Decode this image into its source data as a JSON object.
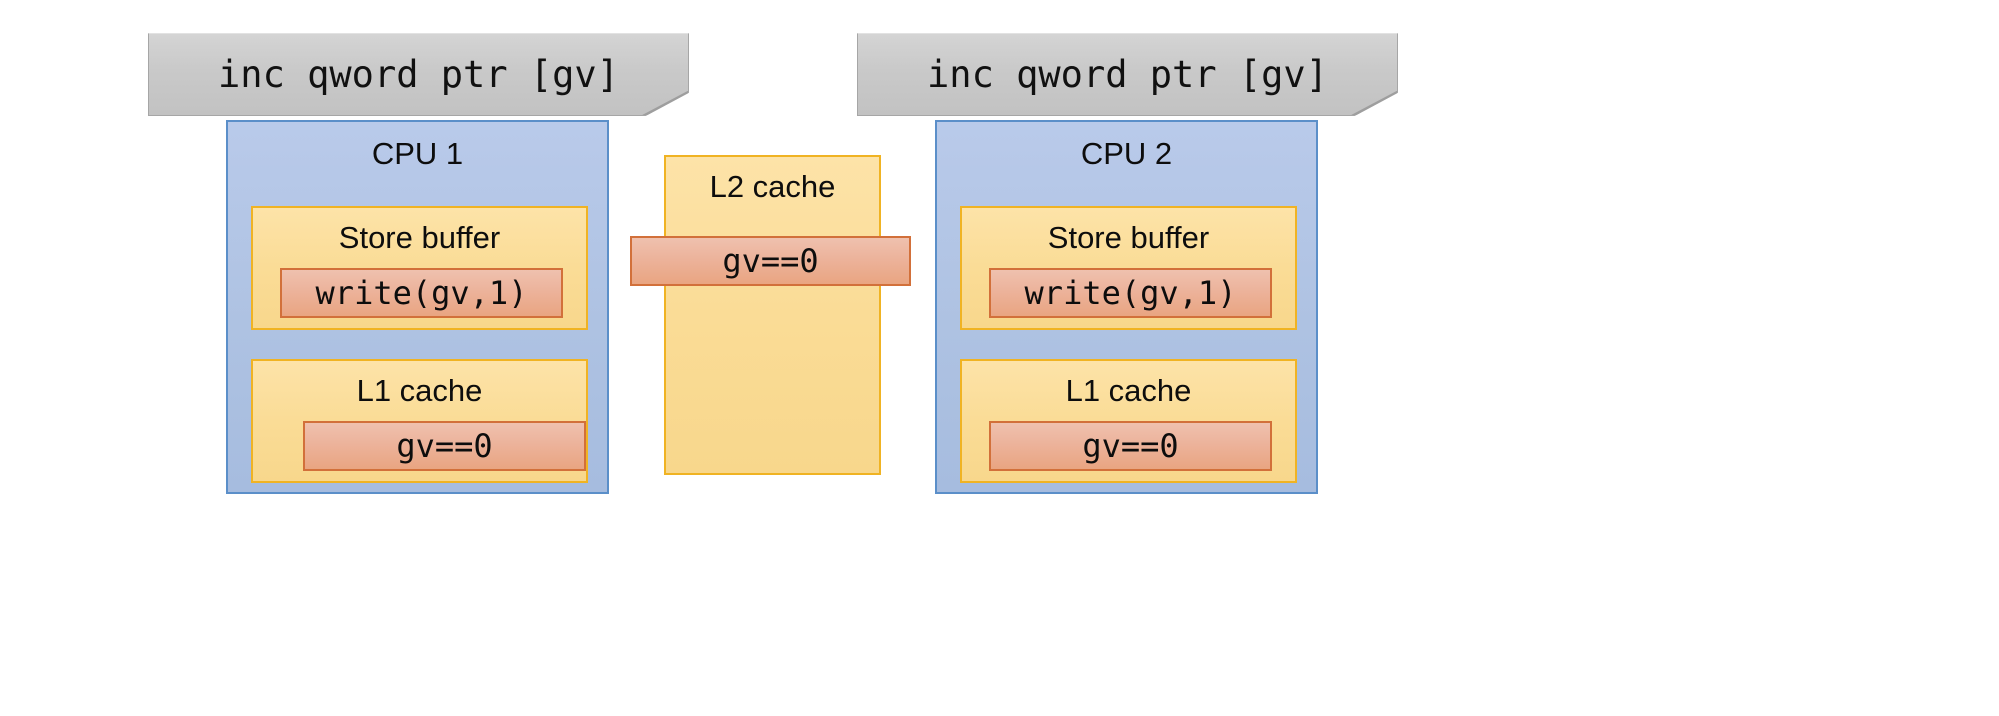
{
  "diagram": {
    "banners": [
      {
        "id": "cpu1-instruction",
        "text": "inc qword ptr [gv]"
      },
      {
        "id": "cpu2-instruction",
        "text": "inc qword ptr [gv]"
      }
    ],
    "cpus": [
      {
        "id": "cpu1",
        "title": "CPU 1",
        "store_buffer": {
          "title": "Store buffer",
          "value": "write(gv,1)"
        },
        "l1_cache": {
          "title": "L1 cache",
          "value": "gv==0"
        }
      },
      {
        "id": "cpu2",
        "title": "CPU 2",
        "store_buffer": {
          "title": "Store buffer",
          "value": "write(gv,1)"
        },
        "l1_cache": {
          "title": "L1 cache",
          "value": "gv==0"
        }
      }
    ],
    "shared_cache": {
      "title": "L2 cache",
      "value": "gv==0"
    },
    "colors": {
      "banner_fill": "#c8c8c8",
      "banner_border": "#a6a6a6",
      "cpu_fill": "#aec2e2",
      "cpu_border": "#5b8fc9",
      "cache_fill": "#fadc96",
      "cache_border": "#f0b323",
      "value_fill": "#ecb29a",
      "value_border": "#d2703a",
      "text": "#0d0d0d"
    }
  }
}
